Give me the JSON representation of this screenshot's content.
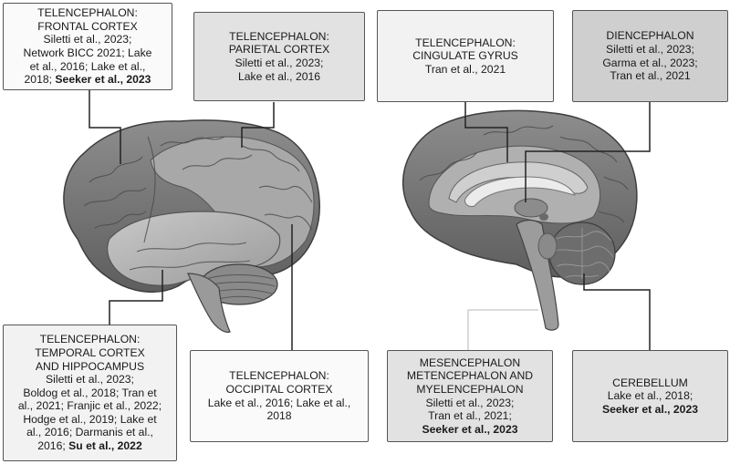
{
  "boxes": {
    "frontal": {
      "lines": [
        "TELENCEPHALON:",
        "FRONTAL CORTEX",
        "Siletti et al., 2023;",
        "Network BICC 2021; Lake",
        "et al., 2016; Lake et al.,"
      ],
      "last_plain": "2018; ",
      "last_bold": "Seeker et al., 2023"
    },
    "parietal": {
      "lines": [
        "TELENCEPHALON:",
        "PARIETAL CORTEX",
        "Siletti et al., 2023;",
        "Lake et al., 2016"
      ]
    },
    "cingulate": {
      "lines": [
        "TELENCEPHALON:",
        "CINGULATE GYRUS",
        "Tran et al., 2021"
      ]
    },
    "diencephalon": {
      "lines": [
        "DIENCEPHALON",
        "Siletti et al., 2023;",
        "Garma et al., 2023;",
        "Tran et al., 2021"
      ]
    },
    "temporal": {
      "lines": [
        "TELENCEPHALON:",
        "TEMPORAL CORTEX",
        "AND HIPPOCAMPUS",
        "Siletti et al., 2023;",
        "Boldog et al., 2018; Tran et",
        "al., 2021; Franjic et al., 2022;",
        "Hodge et al., 2019;  Lake et",
        "al., 2016; Darmanis et al.,"
      ],
      "last_plain": "2016; ",
      "last_bold": "Su et al., 2022"
    },
    "occipital": {
      "lines": [
        "TELENCEPHALON:",
        "OCCIPITAL CORTEX",
        "Lake et al., 2016; Lake et al.,",
        "2018"
      ]
    },
    "mesencephalon": {
      "lines": [
        "MESENCEPHALON",
        "METENCEPHALON AND",
        "MYELENCEPHALON",
        "Siletti et al., 2023;",
        "Tran et al., 2021;"
      ],
      "last_bold": "Seeker et al., 2023"
    },
    "cerebellum": {
      "lines": [
        "CEREBELLUM",
        "Lake et al., 2018;"
      ],
      "last_bold": "Seeker et al., 2023"
    }
  }
}
